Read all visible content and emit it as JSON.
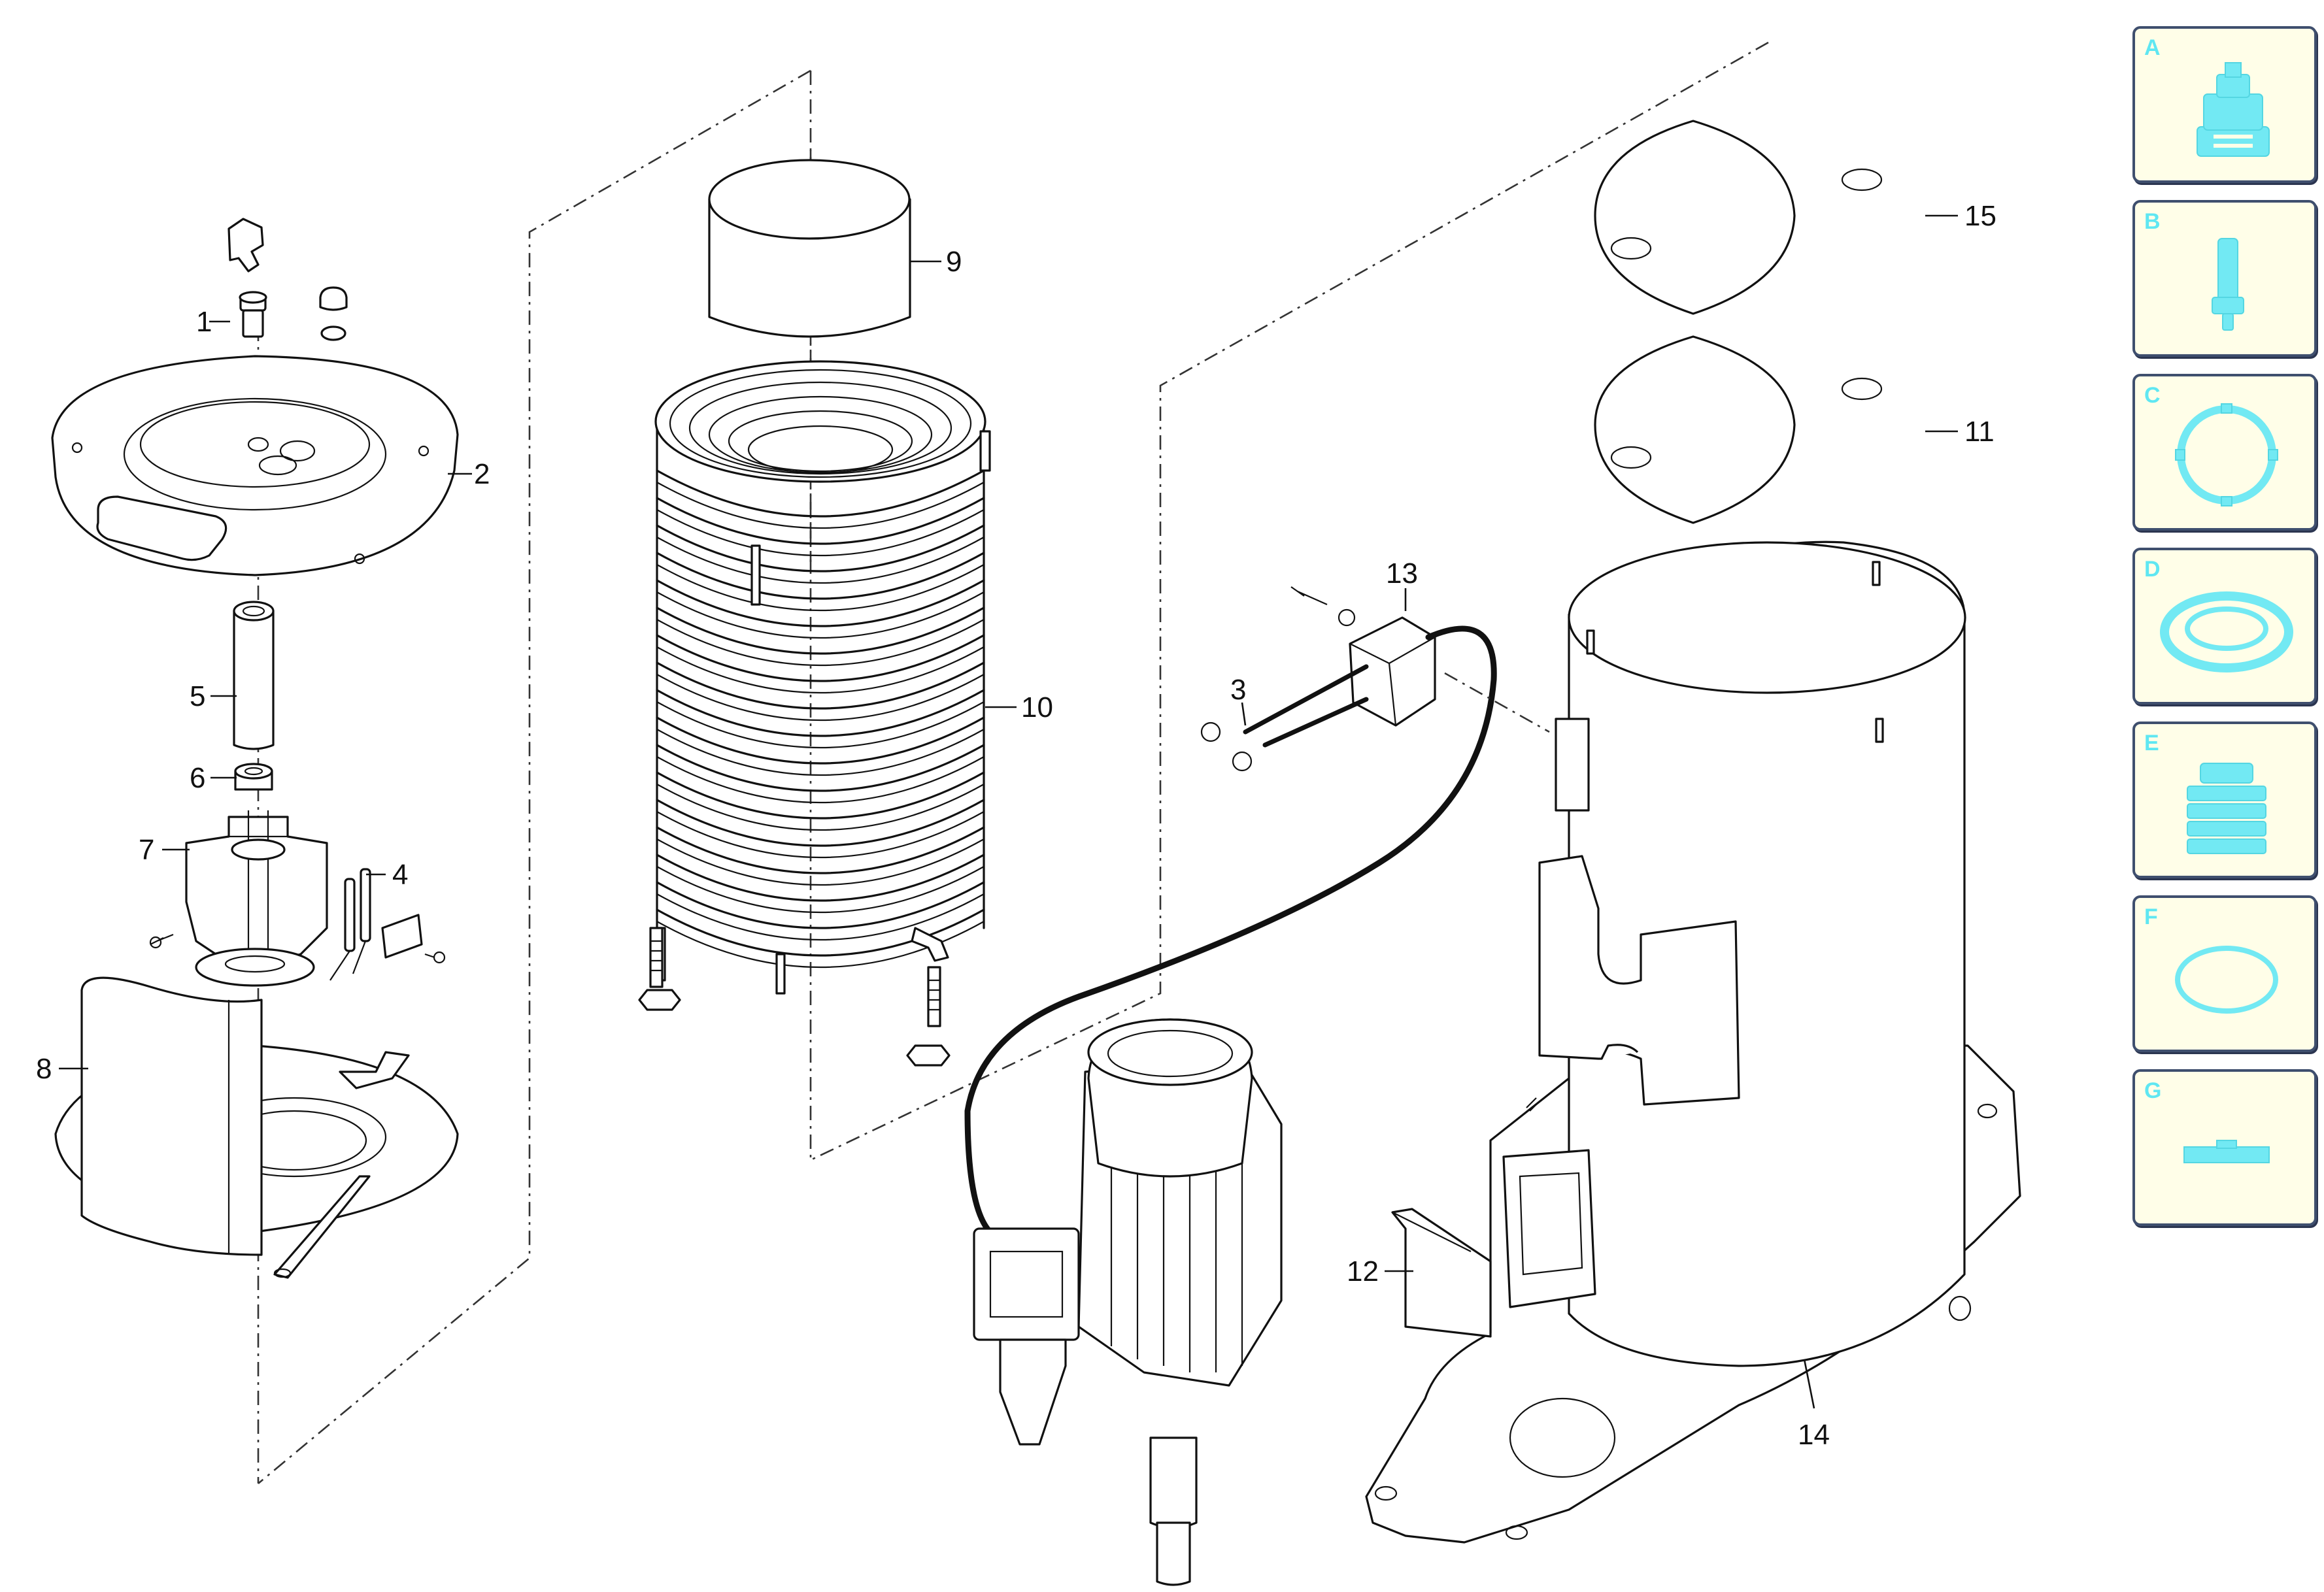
{
  "callouts": [
    {
      "id": "1",
      "label": "1"
    },
    {
      "id": "2",
      "label": "2"
    },
    {
      "id": "3",
      "label": "3"
    },
    {
      "id": "4",
      "label": "4"
    },
    {
      "id": "5",
      "label": "5"
    },
    {
      "id": "6",
      "label": "6"
    },
    {
      "id": "7",
      "label": "7"
    },
    {
      "id": "8",
      "label": "8"
    },
    {
      "id": "9",
      "label": "9"
    },
    {
      "id": "10",
      "label": "10"
    },
    {
      "id": "11",
      "label": "11"
    },
    {
      "id": "12",
      "label": "12"
    },
    {
      "id": "13",
      "label": "13"
    },
    {
      "id": "14",
      "label": "14"
    },
    {
      "id": "15",
      "label": "15"
    }
  ],
  "sidebar": {
    "tiles": [
      {
        "letter": "A",
        "icon": "nozzle-assembly-icon"
      },
      {
        "letter": "B",
        "icon": "pin-icon"
      },
      {
        "letter": "C",
        "icon": "gasket-ring-icon"
      },
      {
        "letter": "D",
        "icon": "seal-ring-icon"
      },
      {
        "letter": "E",
        "icon": "bushing-icon"
      },
      {
        "letter": "F",
        "icon": "o-ring-icon"
      },
      {
        "letter": "G",
        "icon": "flat-plate-icon"
      }
    ],
    "accent_color": "#72e9f3",
    "tile_background": "#fffee8",
    "tile_border": "#3f4f6e"
  }
}
